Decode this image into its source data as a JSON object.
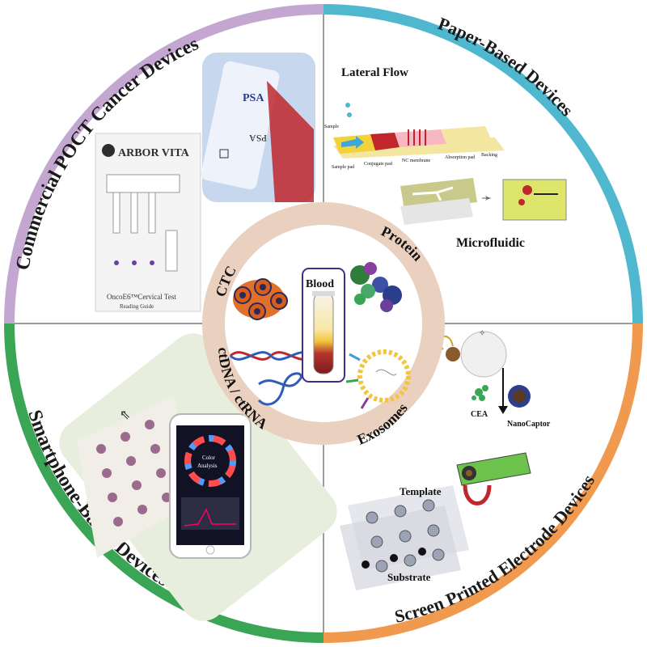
{
  "quadrants": {
    "commercial": {
      "title": "Commercial POCT Cancer Devices",
      "color": "#c3a7d1"
    },
    "paper": {
      "title": "Paper-Based Devices",
      "color": "#4fb8cf"
    },
    "smartphone": {
      "title": "Smartphone-Based Devices",
      "color": "#3aa655"
    },
    "electrode": {
      "title": "Screen Printed Electrode Devices",
      "color": "#ef9a4e"
    }
  },
  "inner_ring": {
    "ctc": "CTC",
    "protein": "Protein",
    "ctdna": "ctDNA / ctRNA",
    "exosomes": "Exosomes",
    "center": "Blood",
    "ring_color": "#ead1bf"
  },
  "commercial_panel": {
    "brand": "ARBOR VITA",
    "device_caption": "OncoE6™Cervical Test",
    "device_caption2": "Reading Guide",
    "psa_label": "PSA",
    "psa_mirror": "PSA"
  },
  "paper_panel": {
    "lateral_flow": "Lateral Flow",
    "microfluidic": "Microfluidic",
    "sample_label": "Sample",
    "pad_labels": [
      "Sample pad",
      "Conjugate pad",
      "NC membrane",
      "Absorption pad",
      "Backing"
    ]
  },
  "electrode_panel": {
    "cea": "CEA",
    "nanocaptor": "NanoCaptor",
    "template": "Template",
    "substrate": "Substrate"
  },
  "smartphone_panel": {
    "screen_line1": "Color",
    "screen_line2": "Analysis"
  }
}
